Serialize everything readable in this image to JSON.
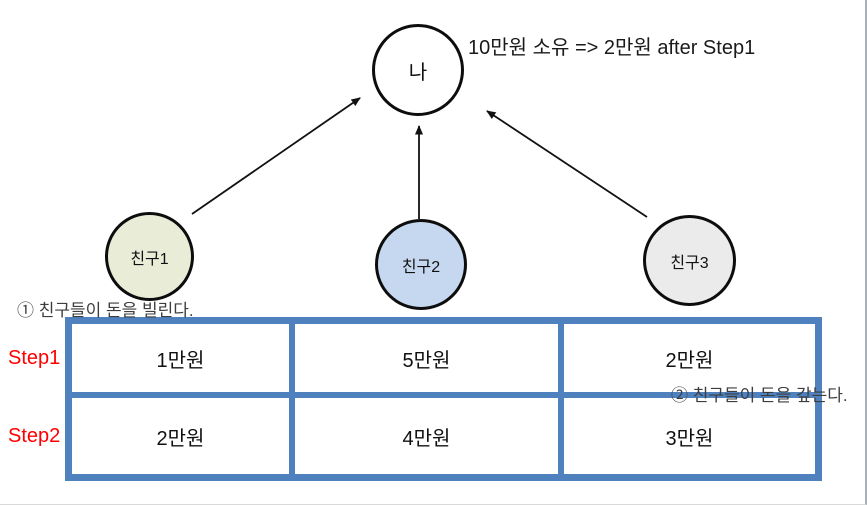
{
  "diagram": {
    "me": {
      "label": "나",
      "annotation": "10만원 소유 => 2만원 after Step1"
    },
    "friends": [
      {
        "label": "친구1",
        "fill": "#e9edd8"
      },
      {
        "label": "친구2",
        "fill": "#c6d8f0"
      },
      {
        "label": "친구3",
        "fill": "#ebebeb"
      }
    ],
    "notes": {
      "borrow": "① 친구들이 돈을 빌린다.",
      "repay": "② 친구들이 돈을 갚는다."
    },
    "arrows": [
      {
        "from": "친구1",
        "to": "나"
      },
      {
        "from": "친구2",
        "to": "나"
      },
      {
        "from": "친구3",
        "to": "나"
      }
    ]
  },
  "table": {
    "border_color": "#4e81bd",
    "row_label_color": "#ff0000",
    "rows": [
      {
        "label": "Step1",
        "cells": [
          "1만원",
          "5만원",
          "2만원"
        ]
      },
      {
        "label": "Step2",
        "cells": [
          "2만원",
          "4만원",
          "3만원"
        ]
      }
    ]
  }
}
